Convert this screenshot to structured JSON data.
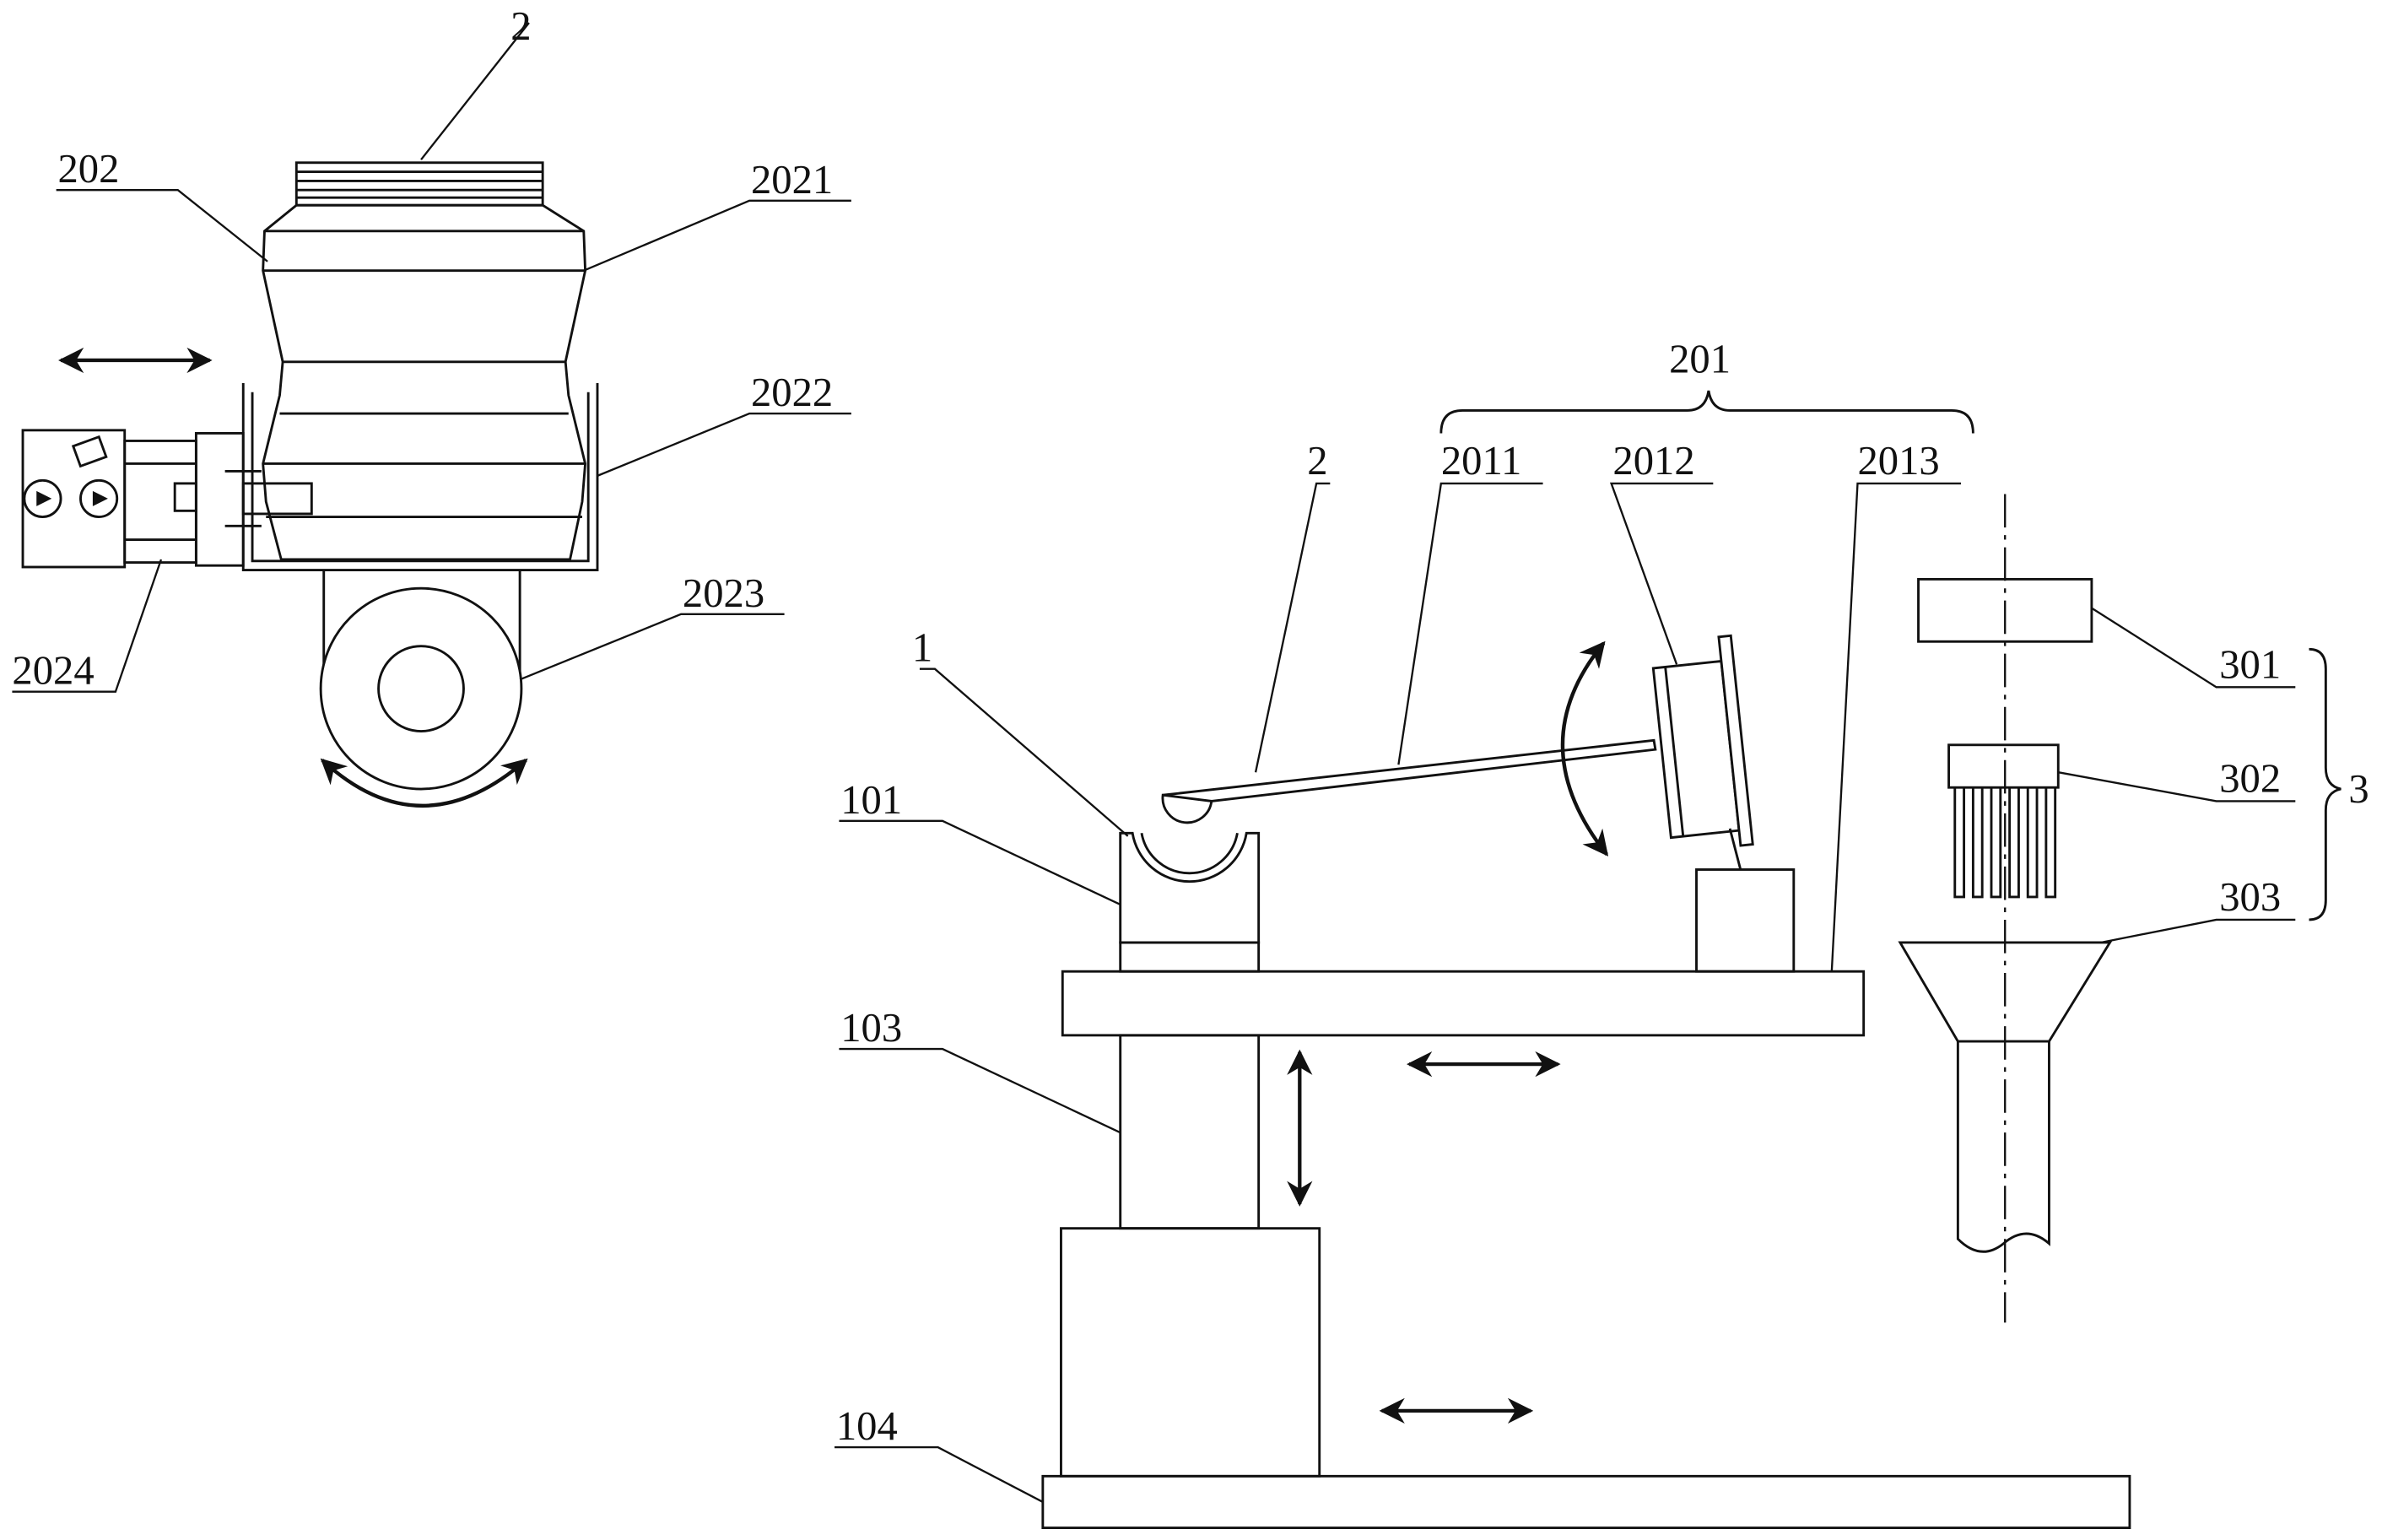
{
  "labels": {
    "l_2_top": "2",
    "l_202": "202",
    "l_2021": "2021",
    "l_2022": "2022",
    "l_2023": "2023",
    "l_2024": "2024",
    "l_201": "201",
    "l_2_side": "2",
    "l_2011": "2011",
    "l_2012": "2012",
    "l_2013": "2013",
    "l_1": "1",
    "l_101": "101",
    "l_103": "103",
    "l_104": "104",
    "l_301": "301",
    "l_302": "302",
    "l_303": "303",
    "l_3": "3"
  }
}
